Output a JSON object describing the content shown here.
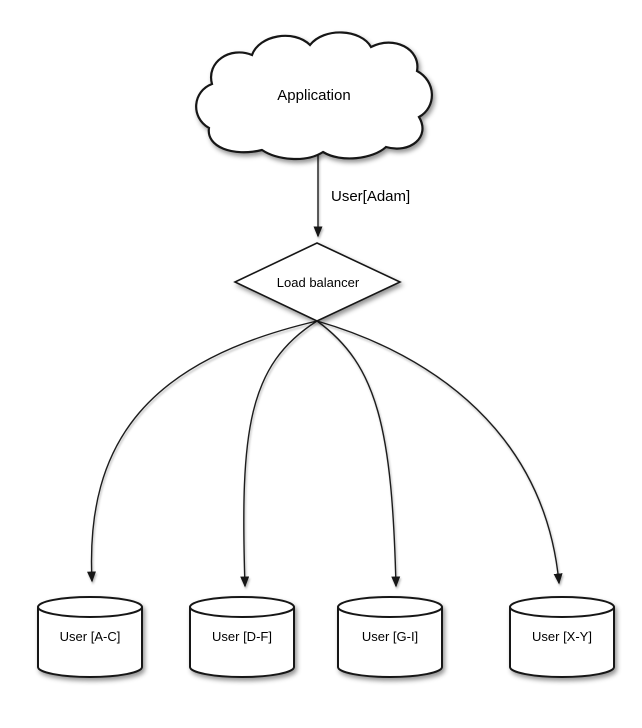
{
  "colors": {
    "background": "#ffffff",
    "stroke": "#161616",
    "shape_fill": "#ffffff",
    "text": "#000000"
  },
  "nodes": {
    "application": {
      "label": "Application",
      "icon": "cloud-shape"
    },
    "load_balancer": {
      "label": "Load balancer",
      "icon": "diamond-shape"
    },
    "shards": [
      {
        "label": "User [A-C]",
        "icon": "database-cylinder"
      },
      {
        "label": "User [D-F]",
        "icon": "database-cylinder"
      },
      {
        "label": "User [G-I]",
        "icon": "database-cylinder"
      },
      {
        "label": "User [X-Y]",
        "icon": "database-cylinder"
      }
    ]
  },
  "edges": {
    "app_to_balancer_label": "User[Adam]"
  }
}
